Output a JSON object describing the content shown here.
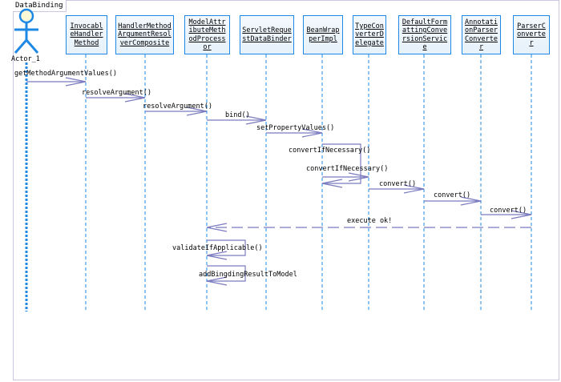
{
  "frame": {
    "title": "DataBinding"
  },
  "actor": {
    "name": "Actor_1"
  },
  "lifelines": [
    {
      "id": "invocable",
      "label": "InvocableHandlerMethod"
    },
    {
      "id": "composite",
      "label": "HandlerMethodArgumentResolverComposite"
    },
    {
      "id": "modelattr",
      "label": "ModelAttributeMethodProcessor"
    },
    {
      "id": "binder",
      "label": "ServletRequestDataBinder"
    },
    {
      "id": "beanwrap",
      "label": "BeanWrapperImpl"
    },
    {
      "id": "typeconv",
      "label": "TypeConverterDelegate"
    },
    {
      "id": "convsvc",
      "label": "DefaultFormattingConversionService"
    },
    {
      "id": "annot",
      "label": "AnnotationParserConverter"
    },
    {
      "id": "parser",
      "label": "ParserConverter"
    }
  ],
  "messages": [
    {
      "label": "getMethodArgumentValues()",
      "from": "actor",
      "to": "invocable",
      "kind": "call"
    },
    {
      "label": "resolveArgument()",
      "from": "invocable",
      "to": "composite",
      "kind": "call"
    },
    {
      "label": "resolveArgument()",
      "from": "composite",
      "to": "modelattr",
      "kind": "call"
    },
    {
      "label": "bind()",
      "from": "modelattr",
      "to": "binder",
      "kind": "call"
    },
    {
      "label": "setPropertyValues()",
      "from": "binder",
      "to": "beanwrap",
      "kind": "call"
    },
    {
      "label": "convertIfNecessary()",
      "from": "beanwrap",
      "to": "beanwrap",
      "kind": "self"
    },
    {
      "label": "convertIfNecessary()",
      "from": "beanwrap",
      "to": "typeconv",
      "kind": "call"
    },
    {
      "label": "convert()",
      "from": "typeconv",
      "to": "convsvc",
      "kind": "call"
    },
    {
      "label": "convert()",
      "from": "convsvc",
      "to": "annot",
      "kind": "call"
    },
    {
      "label": "convert()",
      "from": "annot",
      "to": "parser",
      "kind": "call"
    },
    {
      "label": "execute ok!",
      "from": "parser",
      "to": "modelattr",
      "kind": "return"
    },
    {
      "label": "validateIfApplicable()",
      "from": "modelattr",
      "to": "modelattr",
      "kind": "self"
    },
    {
      "label": "addBingdingResultToModel",
      "from": "modelattr",
      "to": "modelattr",
      "kind": "self"
    }
  ],
  "colors": {
    "lifeline": "#1e88e5",
    "message": "#7b7bc0",
    "frame": "#c8c8e0"
  }
}
